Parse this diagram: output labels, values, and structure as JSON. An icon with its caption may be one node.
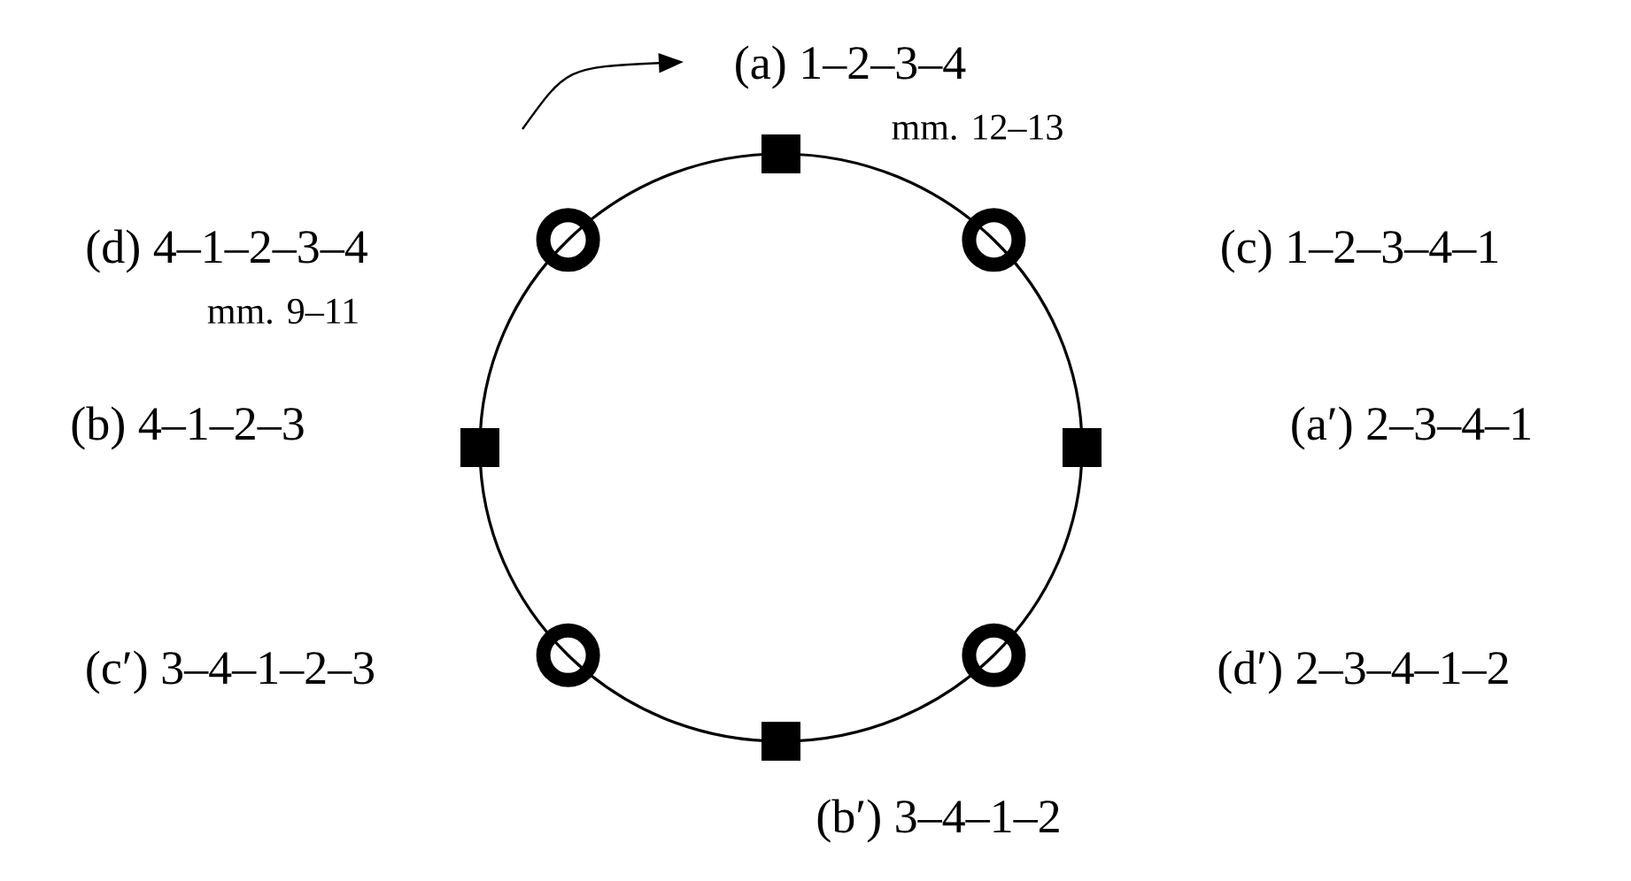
{
  "diagram": {
    "labels": [
      "(a) 1–2–3–4",
      "mm. 12–13",
      "(d) 4–1–2–3–4",
      "(c) 1–2–3–4–1",
      "mm. 9–11",
      "(b) 4–1–2–3",
      "(a′) 2–3–4–1",
      "(c′) 3–4–1–2–3",
      "(d′) 2–3–4–1–2",
      "(b′) 3–4–1–2"
    ]
  }
}
